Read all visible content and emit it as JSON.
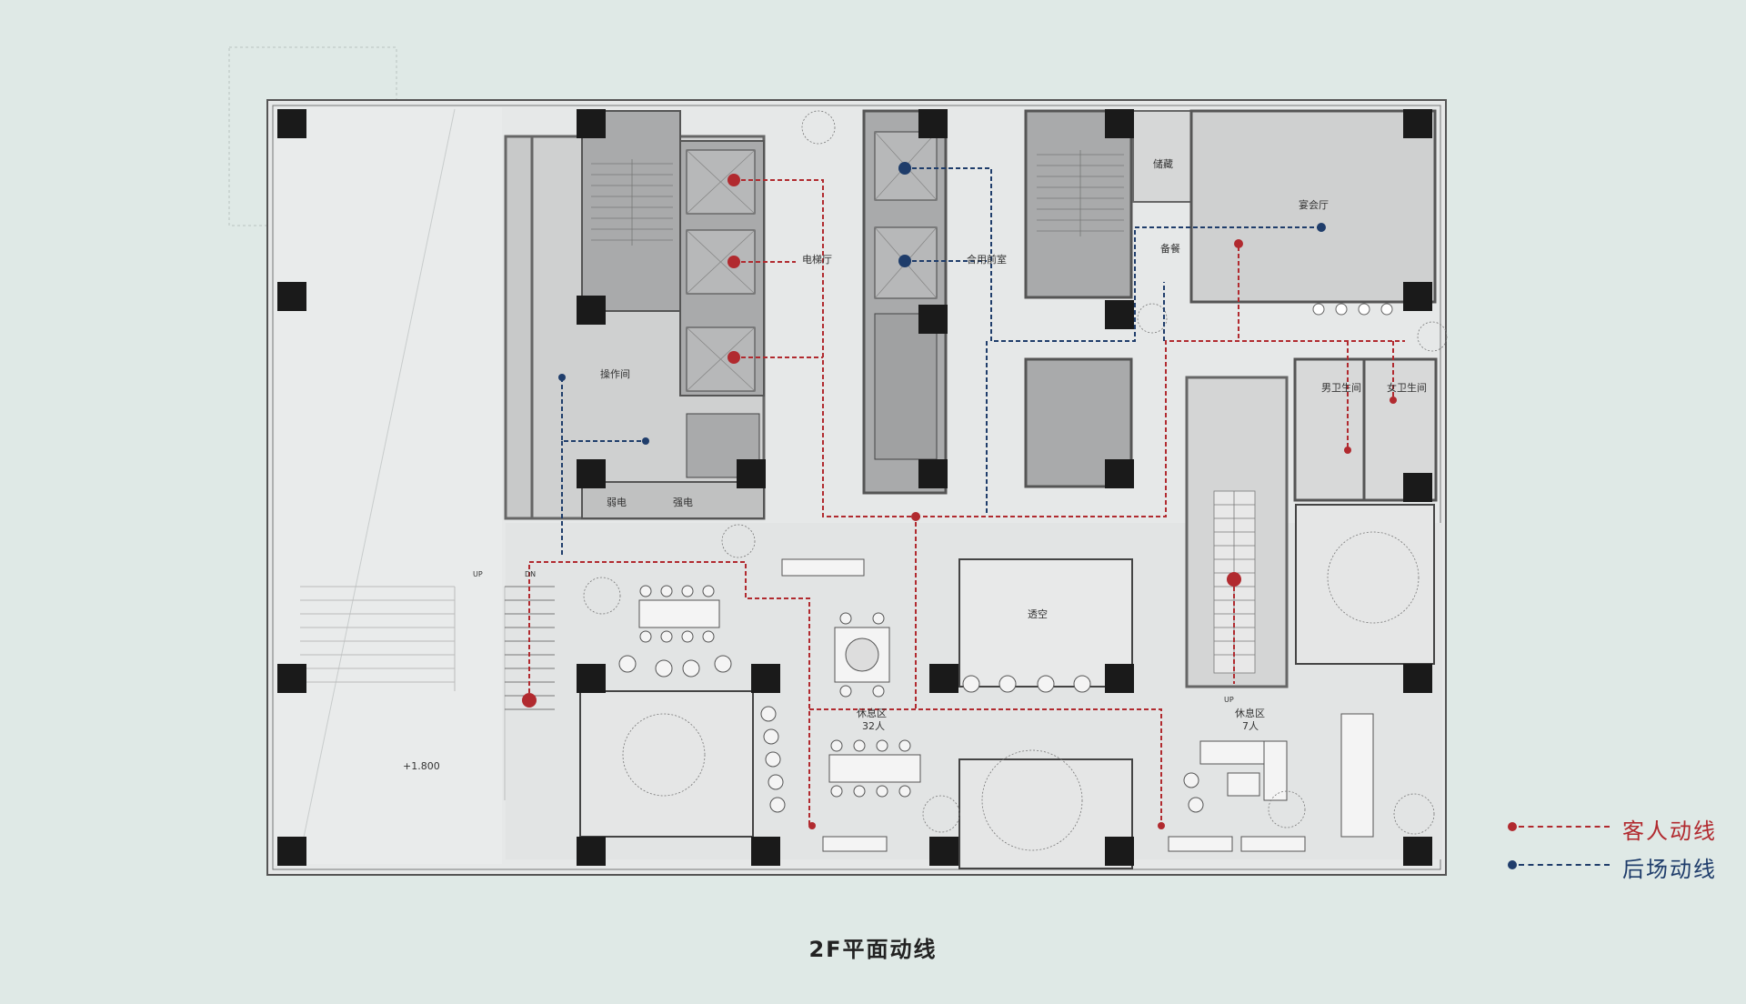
{
  "colors": {
    "guest": "#b12a2f",
    "service": "#1f3d6b"
  },
  "rooms": [
    "电梯厅",
    "合用前室",
    "储藏",
    "宴会厅",
    "备餐",
    "操作间",
    "弱电",
    "强电",
    "透空",
    "男卫生间",
    "女卫生间",
    "休息区",
    "32人",
    "休息区",
    "7人",
    "UP",
    "DN",
    "UP",
    "+1.800"
  ],
  "legend": {
    "guest": "客人动线",
    "service": "后场动线"
  },
  "title": "2F平面动线"
}
